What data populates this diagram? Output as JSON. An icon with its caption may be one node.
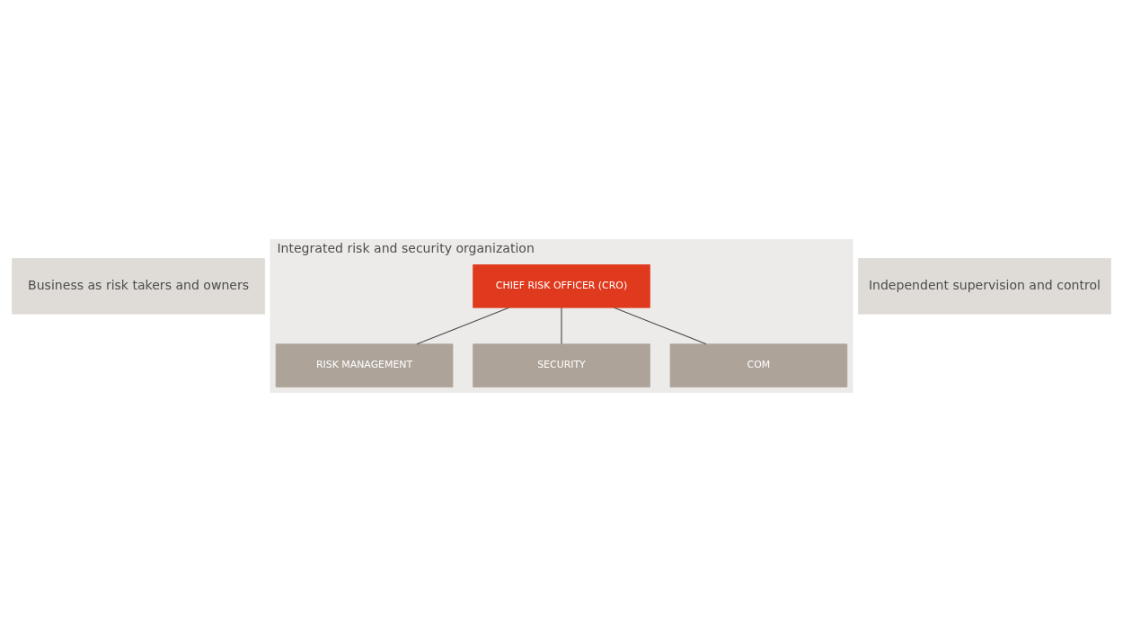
{
  "diagram": {
    "nodes": [
      {
        "text": [
          "Business as risk takers and owners"
        ]
      },
      {
        "text": [
          "Integrated risk and security organization"
        ]
      },
      {
        "text": [
          "CHIEF RISK OFFICER (CRO)"
        ],
        "in": 1
      },
      {
        "text": [
          "RISK MANAGEMENT"
        ],
        "in": 1
      },
      {
        "text": [
          "SECURITY"
        ],
        "in": 1
      },
      {
        "text": [
          "COM"
        ],
        "in": 1
      },
      {
        "text": [
          "Independent supervision and control"
        ]
      }
    ],
    "edges": [
      {
        "from": 2,
        "to": 3,
        "arrow": "none"
      },
      {
        "from": 2,
        "to": 4,
        "arrow": "none"
      },
      {
        "from": 2,
        "to": 5,
        "arrow": "none"
      }
    ]
  }
}
